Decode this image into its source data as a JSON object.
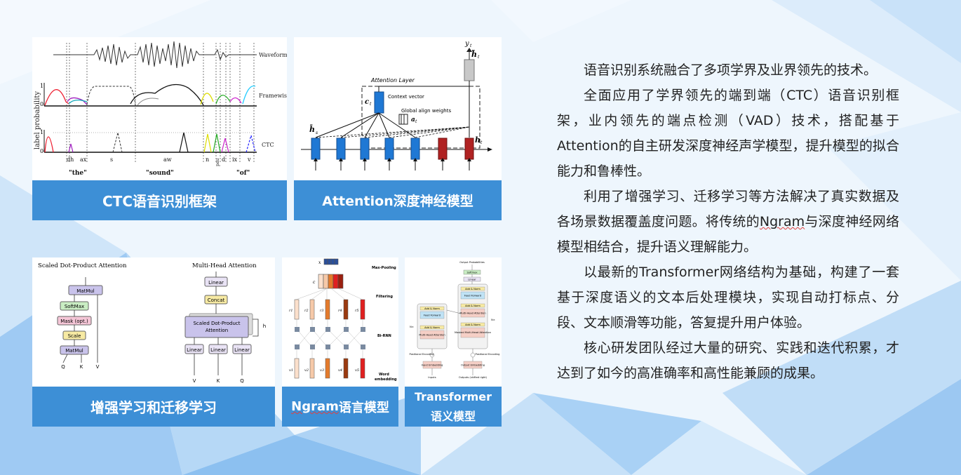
{
  "cards": {
    "ctc": {
      "caption": "CTC语音识别框架",
      "labels": {
        "waveform": "Waveform",
        "framewise": "Framewise",
        "ctc": "CTC",
        "ylabel": "label probability",
        "phones": [
          "dh",
          "ax",
          "s",
          "aw",
          "n",
          "d",
          "ix",
          "v"
        ],
        "phone_extra": "pau",
        "words": [
          "\"the\"",
          "\"sound\"",
          "\"of\""
        ],
        "tick0": "0",
        "tick1": "1"
      }
    },
    "attention": {
      "caption": "Attention深度神经模型",
      "labels": {
        "layer": "Attention Layer",
        "context": "Context vector",
        "align": "Global align weights",
        "yt": "y",
        "yt_sub": "t",
        "ht_tilde": "h̃",
        "ht_tilde_sub": "t",
        "ct": "c",
        "ct_sub": "t",
        "at": "a",
        "at_sub": "t",
        "hs": "h̄",
        "hs_sub": "s",
        "ht": "h",
        "ht_sub": "t"
      }
    },
    "transfer": {
      "caption": "增强学习和迁移学习",
      "labels": {
        "left_title": "Scaled Dot-Product Attention",
        "right_title": "Multi-Head Attention",
        "matmul_top": "MatMul",
        "softmax": "SoftMax",
        "mask": "Mask (opt.)",
        "scale": "Scale",
        "matmul_bottom": "MatMul",
        "q": "Q",
        "k": "K",
        "v": "V",
        "linear_top": "Linear",
        "concat": "Concat",
        "sdpa_line1": "Scaled Dot-Product",
        "sdpa_line2": "Attention",
        "h": "h",
        "linear": "Linear",
        "rv": "V",
        "rk": "K",
        "rq": "Q"
      }
    },
    "ngram": {
      "caption": "Ngram语言模型",
      "caption_word": "Ngram",
      "caption_rest": "语言模型",
      "labels": {
        "max_pooling": "Max-Pooling",
        "filtering": "Filtering",
        "birnn": "Bi-RNN",
        "word_embedding_1": "Word",
        "word_embedding_2": "embedding",
        "xs": "x",
        "c": "c",
        "r": [
          "r1",
          "r2",
          "r3",
          "r4",
          "r5"
        ],
        "v": [
          "v1",
          "v2",
          "v3",
          "v4",
          "v5"
        ]
      }
    },
    "transformer": {
      "caption_line1": "Transformer",
      "caption_line2": "语义模型",
      "labels": {
        "output_probs": "Output Probabilities",
        "softmax": "Softmax",
        "linear": "Linear",
        "add_norm": "Add & Norm",
        "feed_forward": "Feed Forward",
        "mha": "Multi-Head Attention",
        "masked_mha": "Masked Multi-Head Attention",
        "nx": "N×",
        "pos_enc": "Positional Encoding",
        "input_emb": "Input Embedding",
        "output_emb": "Output Embedding",
        "inputs": "Inputs",
        "outputs": "Outputs (shifted right)"
      }
    }
  },
  "text": {
    "p1": "语音识别系统融合了多项学界及业界领先的技术。",
    "p2": "全面应用了学界领先的端到端（CTC）语音识别框架，业内领先的端点检测（VAD）技术，搭配基于Attention的自主研发深度神经声学模型，提升模型的拟合能力和鲁棒性。",
    "p3_before": "利用了增强学习、迁移学习等方法解决了真实数据及各场景数据覆盖度问题。将传统的",
    "p3_ngram": "Ngram",
    "p3_after": "与深度神经网络模型相结合，提升语义理解能力。",
    "p4": "以最新的Transformer网络结构为基础，构建了一套基于深度语义的文本后处理模块，实现自动打标点、分段、文本顺滑等功能，答复提升用户体验。",
    "p5": "核心研发团队经过大量的研究、实践和迭代积累，才达到了如今的高准确率和高性能兼顾的成果。"
  },
  "colors": {
    "caption_bg": "#3d8fd6",
    "attention_blue": "#1f78d4",
    "attention_red": "#b02222"
  }
}
